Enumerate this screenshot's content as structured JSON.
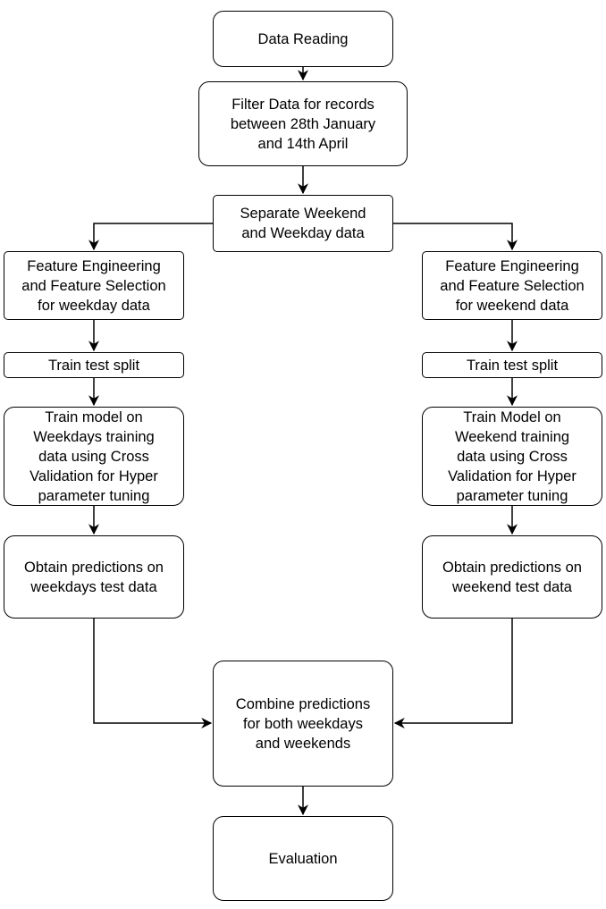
{
  "nodes": {
    "data_reading": "Data Reading",
    "filter_data": "Filter Data for records\nbetween 28th January\nand 14th April",
    "separate": "Separate Weekend\nand Weekday data",
    "fe_weekday": "Feature Engineering\nand Feature Selection\nfor weekday data",
    "fe_weekend": "Feature Engineering\nand Feature Selection\nfor weekend data",
    "split_weekday": "Train test split",
    "split_weekend": "Train test split",
    "train_weekday": "Train model on\nWeekdays training\ndata using Cross\nValidation for Hyper\nparameter tuning",
    "train_weekend": "Train Model on\nWeekend training\ndata using Cross\nValidation for Hyper\nparameter tuning",
    "predict_weekday": "Obtain predictions on\nweekdays test data",
    "predict_weekend": "Obtain predictions on\nweekend test data",
    "combine": "Combine predictions\nfor both weekdays\nand weekends",
    "evaluation": "Evaluation"
  }
}
